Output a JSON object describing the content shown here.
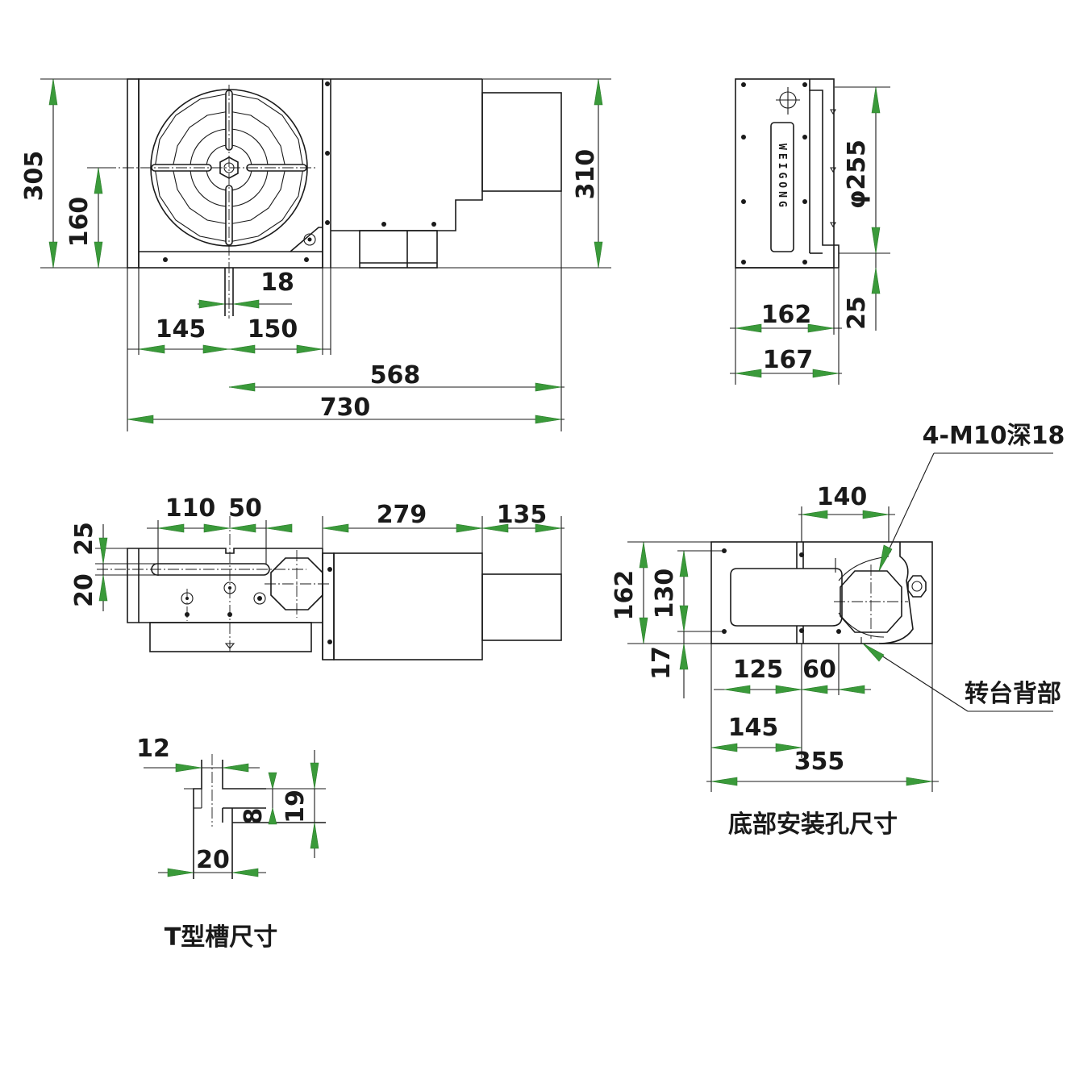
{
  "colors": {
    "arrow": "#3a9a3a",
    "line": "#1a1a1a",
    "background": "#ffffff"
  },
  "front_view": {
    "dims": {
      "d305": "305",
      "d160": "160",
      "d310": "310",
      "d18": "18",
      "d145": "145",
      "d150": "150",
      "d568": "568",
      "d730": "730"
    }
  },
  "side_view": {
    "brand": "WEIGONG",
    "dims": {
      "phi255": "φ255",
      "d162": "162",
      "d167": "167",
      "d25": "25"
    }
  },
  "top_view": {
    "dims": {
      "d110": "110",
      "d50": "50",
      "d279": "279",
      "d135": "135",
      "d25": "25",
      "d20": "20"
    }
  },
  "bottom_view": {
    "callout_holes": "4-M10深18",
    "callout_back": "转台背部",
    "caption": "底部安装孔尺寸",
    "dims": {
      "d140": "140",
      "d162": "162",
      "d130": "130",
      "d17": "17",
      "d125": "125",
      "d60": "60",
      "d145": "145",
      "d355": "355"
    }
  },
  "tslot": {
    "caption": "T型槽尺寸",
    "dims": {
      "d12": "12",
      "d8": "8",
      "d19": "19",
      "d20": "20"
    }
  }
}
